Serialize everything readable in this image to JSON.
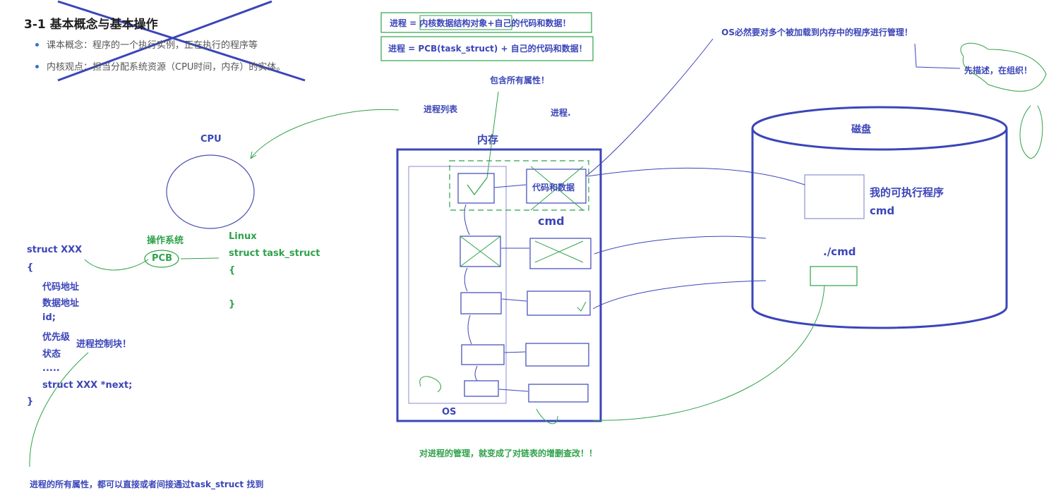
{
  "title": "3-1 基本概念与基本操作",
  "bullets": [
    "课本概念：程序的一个执行实例，正在执行的程序等",
    "内核观点：担当分配系统资源（CPU时间，内存）的实体。"
  ],
  "formula1": "进程 = 内核数据结构对象+自己的代码和数据！",
  "formula2": "进程 = PCB(task_struct) + 自己的代码和数据！",
  "contains_all": "包含所有属性！",
  "os_manage": "OS必然要对多个被加载到内存中的程序进行管理！",
  "describe_org": "先描述，在组织！",
  "process_list": "进程列表",
  "process": "进程.",
  "memory": "内存",
  "disk": "磁盘",
  "cpu": "CPU",
  "code_data": "代码和数据",
  "cmd_mem": "cmd",
  "my_exec": "我的可执行程序",
  "cmd_disk": "cmd",
  "run_cmd": "./cmd",
  "os_label": "OS",
  "opsys": "操作系统",
  "pcb": "PCB",
  "linux": "Linux",
  "task_struct": "struct task_struct",
  "brace_open2": "{",
  "brace_close2": "}",
  "struct_lines": [
    "struct XXX",
    "{",
    "代码地址",
    "数据地址",
    "id;",
    "优先级",
    "状态",
    ".....",
    "struct XXX *next;",
    "}"
  ],
  "pcb_note": "进程控制块！",
  "manage_note": "对进程的管理，就变成了对链表的增删查改！！",
  "bottom_note": "进程的所有属性，都可以直接或者间接通过task_struct 找到"
}
